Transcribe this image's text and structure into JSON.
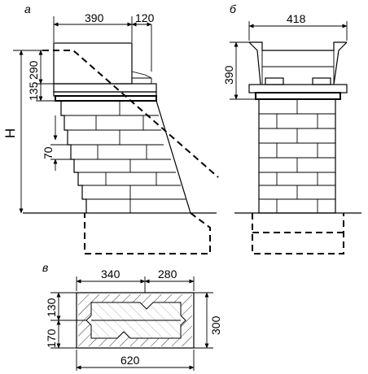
{
  "panel_a": {
    "label": "а",
    "dims": {
      "width_top": "390",
      "offset": "120",
      "height_top": "290",
      "height_slab": "135",
      "step": "70",
      "total": "H"
    }
  },
  "panel_b": {
    "label": "б",
    "dims": {
      "width": "418",
      "height": "390"
    }
  },
  "panel_v": {
    "label": "в",
    "dims": {
      "left": "340",
      "right": "280",
      "top_h": "130",
      "bottom_h": "170",
      "height": "300",
      "width": "620"
    }
  }
}
